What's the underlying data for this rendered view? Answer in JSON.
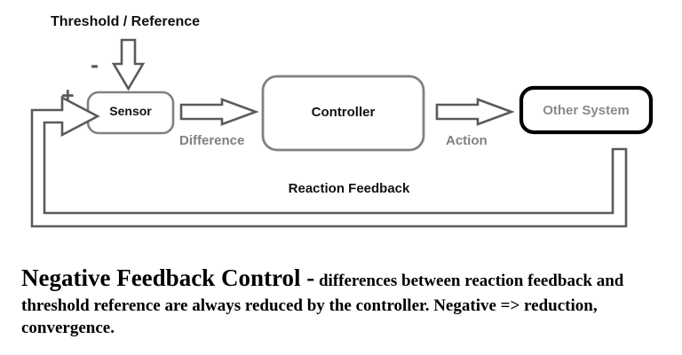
{
  "diagram": {
    "title_label": "Threshold / Reference",
    "signs": {
      "minus": "-",
      "plus": "+"
    },
    "nodes": [
      {
        "id": "sensor",
        "label": "Sensor",
        "border_color": "#808080",
        "text_color": "#111111"
      },
      {
        "id": "controller",
        "label": "Controller",
        "border_color": "#808080",
        "text_color": "#111111"
      },
      {
        "id": "other-system",
        "label": "Other System",
        "border_color": "#000000",
        "text_color": "#8a8a8a"
      }
    ],
    "edge_labels": {
      "difference": "Difference",
      "action": "Action",
      "reaction_feedback": "Reaction Feedback"
    },
    "arrow_stroke_color": "#5a5a5a",
    "background_color": "#ffffff"
  },
  "caption": {
    "heading": "Negative Feedback Control",
    "dash": "-",
    "body": "differences between reaction feedback and threshold reference are always reduced by the controller. Negative => reduction, convergence."
  }
}
